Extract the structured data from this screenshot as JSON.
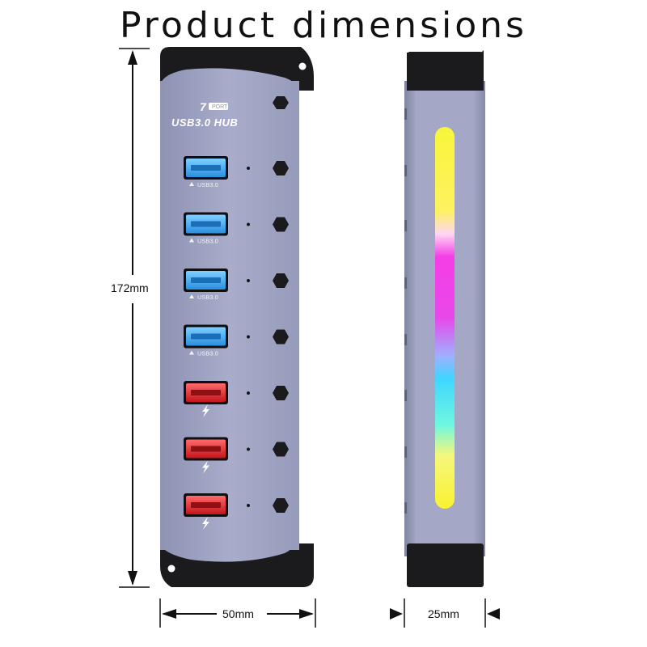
{
  "title": "Product dimensions",
  "dimensions": {
    "height": "172mm",
    "width": "50mm",
    "depth": "25mm"
  },
  "product": {
    "brand_number": "7",
    "brand_badge": "PORT",
    "brand_name": "USB3.0 HUB",
    "ports": [
      {
        "type": "USB3.0",
        "label": "USB3.0"
      },
      {
        "type": "USB3.0",
        "label": "USB3.0"
      },
      {
        "type": "USB3.0",
        "label": "USB3.0"
      },
      {
        "type": "USB3.0",
        "label": "USB3.0"
      },
      {
        "type": "charging",
        "label": ""
      },
      {
        "type": "charging",
        "label": ""
      },
      {
        "type": "charging",
        "label": ""
      }
    ]
  },
  "colors": {
    "body": "#9fa3c2",
    "caps": "#1b1b1d",
    "usb3_port": "#3aa7f0",
    "charging_port": "#e0262b"
  }
}
